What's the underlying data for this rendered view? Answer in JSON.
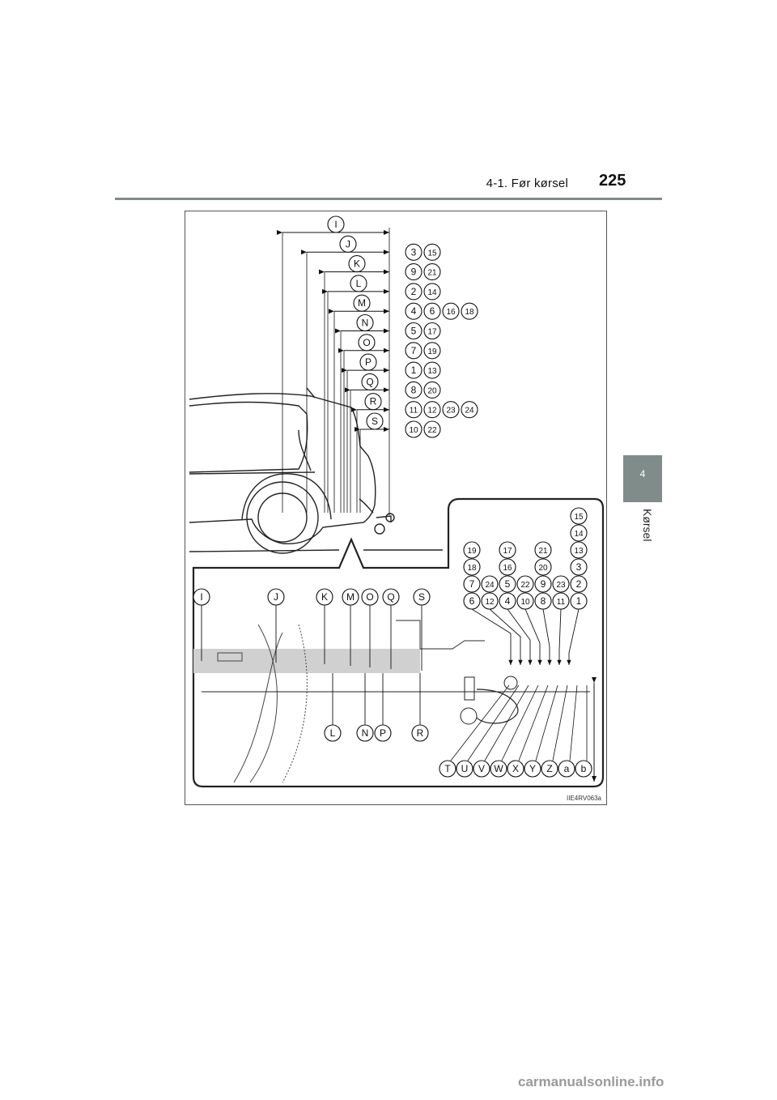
{
  "header": {
    "section": "4-1. Før kørsel",
    "page_number": "225"
  },
  "side_tab": {
    "chapter_number": "4",
    "chapter_label": "Kørsel"
  },
  "figure": {
    "code": "IIE4RV063a",
    "top_rows": [
      {
        "letter": "I",
        "numbers": []
      },
      {
        "letter": "J",
        "numbers": [
          "3",
          "15"
        ]
      },
      {
        "letter": "K",
        "numbers": [
          "9",
          "21"
        ]
      },
      {
        "letter": "L",
        "numbers": [
          "2",
          "14"
        ]
      },
      {
        "letter": "M",
        "numbers": [
          "4",
          "6",
          "16",
          "18"
        ]
      },
      {
        "letter": "N",
        "numbers": [
          "5",
          "17"
        ]
      },
      {
        "letter": "O",
        "numbers": [
          "7",
          "19"
        ]
      },
      {
        "letter": "P",
        "numbers": [
          "1",
          "13"
        ]
      },
      {
        "letter": "Q",
        "numbers": [
          "8",
          "20"
        ]
      },
      {
        "letter": "R",
        "numbers": [
          "11",
          "12",
          "23",
          "24"
        ]
      },
      {
        "letter": "S",
        "numbers": [
          "10",
          "22"
        ]
      }
    ],
    "grid_rows": [
      [
        "",
        "",
        "",
        "",
        "",
        "",
        "15"
      ],
      [
        "",
        "",
        "",
        "",
        "",
        "",
        "14"
      ],
      [
        "19",
        "",
        "17",
        "",
        "21",
        "",
        "13"
      ],
      [
        "18",
        "",
        "16",
        "",
        "20",
        "",
        "3"
      ],
      [
        "7",
        "24",
        "5",
        "22",
        "9",
        "23",
        "2"
      ],
      [
        "6",
        "12",
        "4",
        "10",
        "8",
        "11",
        "1"
      ]
    ],
    "upper_points": [
      "I",
      "J",
      "K",
      "M",
      "O",
      "Q",
      "S"
    ],
    "lower_points": [
      "L",
      "N",
      "P",
      "R"
    ],
    "bottom_row": [
      "T",
      "U",
      "V",
      "W",
      "X",
      "Y",
      "Z",
      "a",
      "b"
    ]
  },
  "watermark": "carmanualsonline.info"
}
